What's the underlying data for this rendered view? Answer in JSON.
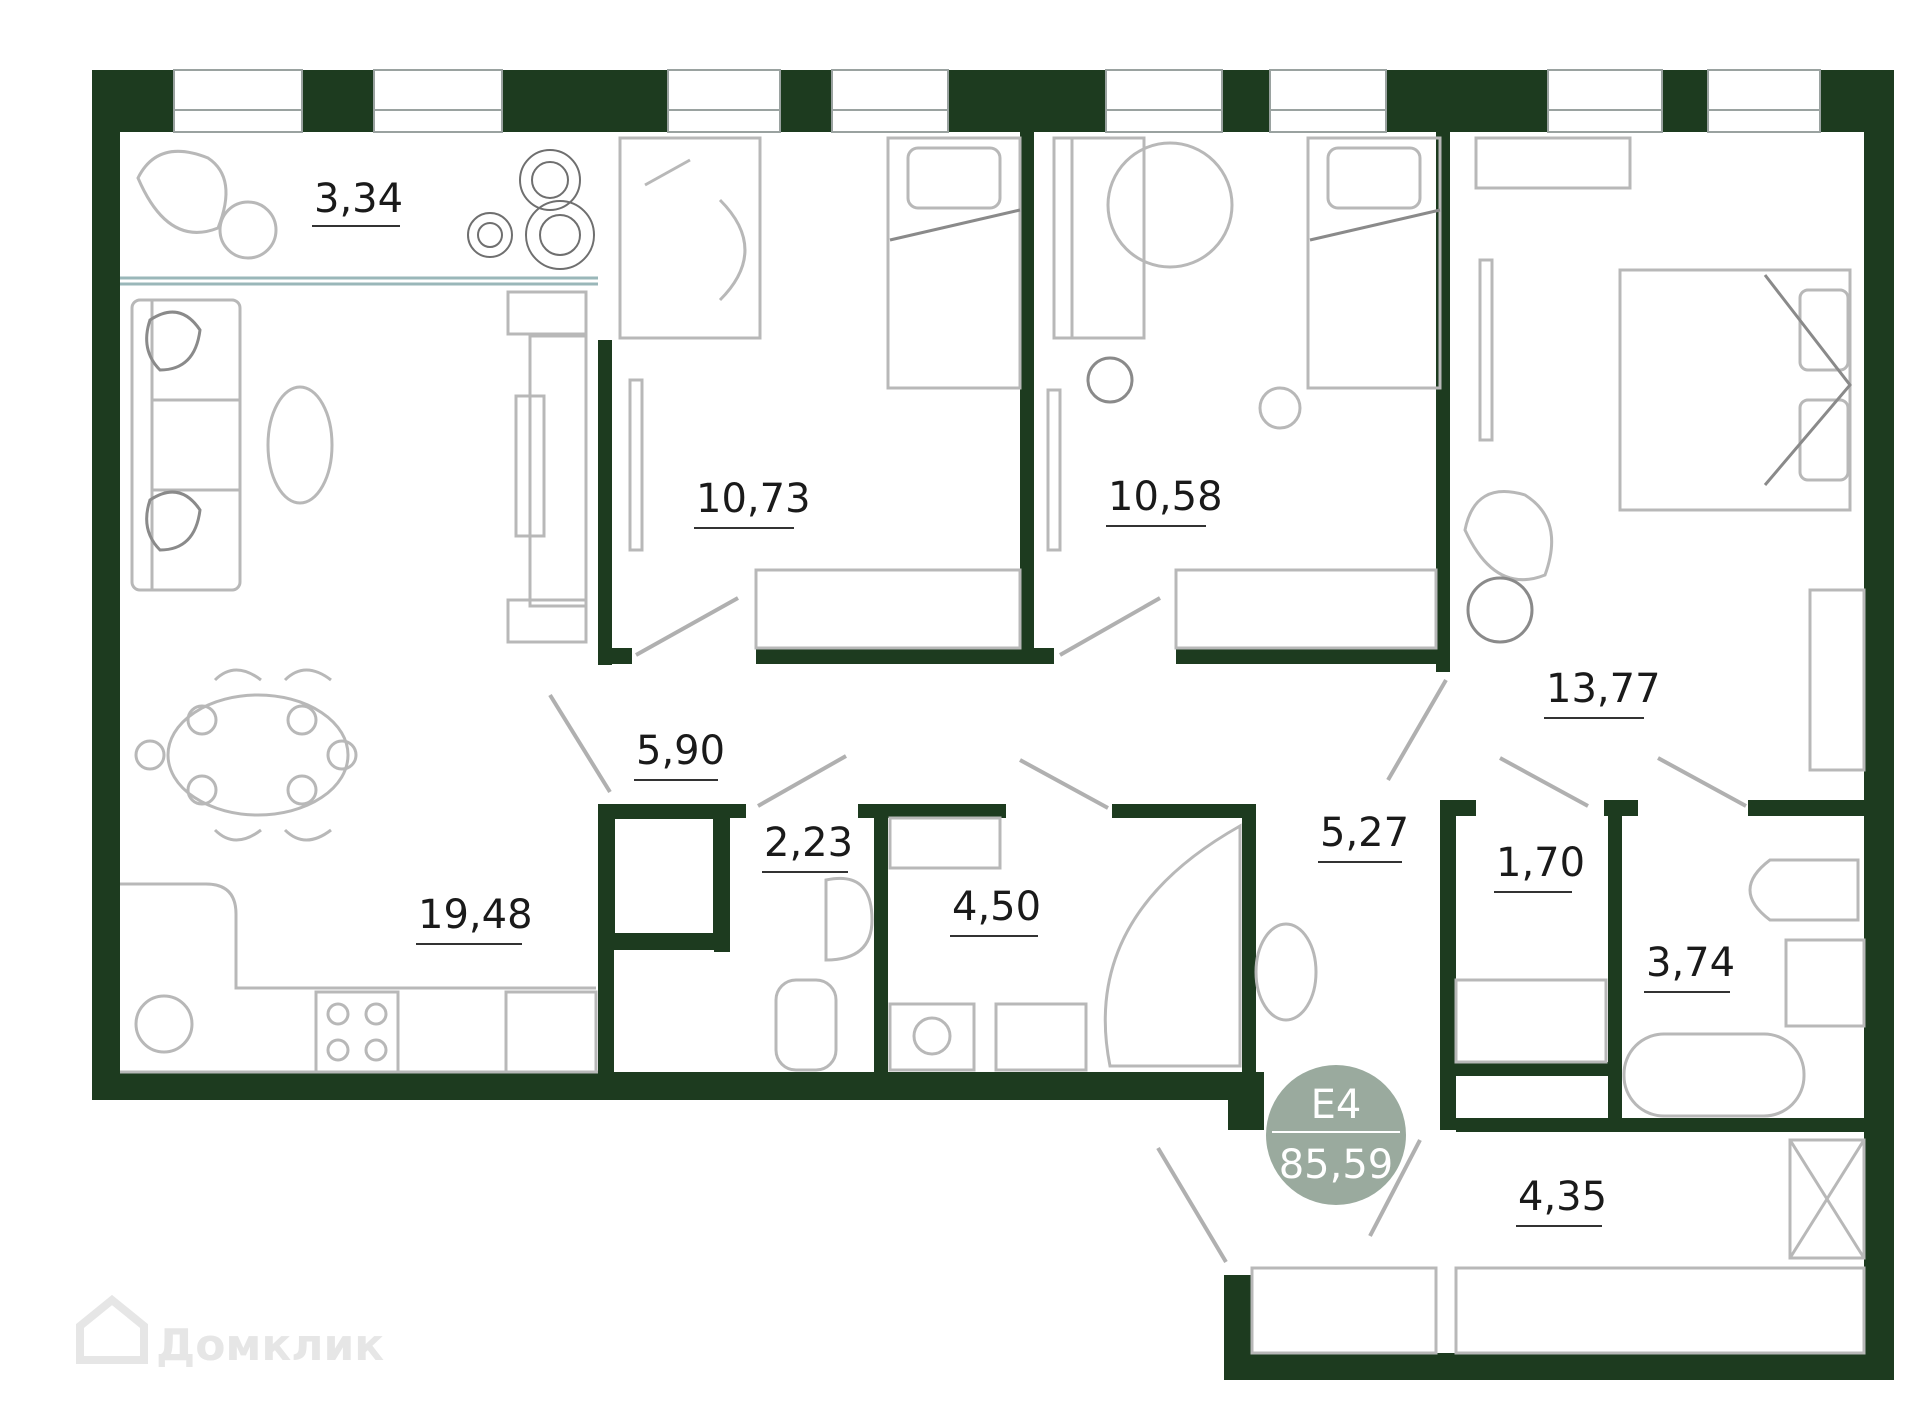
{
  "plan": {
    "colors": {
      "wall": "#1d3b1f",
      "badge": "#9aaa9e",
      "furniture": "#b8b8b8"
    },
    "rooms": [
      {
        "id": "balcony",
        "area": "3,34"
      },
      {
        "id": "bedroom-1",
        "area": "10,73"
      },
      {
        "id": "bedroom-2",
        "area": "10,58"
      },
      {
        "id": "hall-1",
        "area": "5,90"
      },
      {
        "id": "master-bedroom",
        "area": "13,77"
      },
      {
        "id": "kitchen-living",
        "area": "19,48"
      },
      {
        "id": "bathroom-small",
        "area": "2,23"
      },
      {
        "id": "bathroom",
        "area": "4,50"
      },
      {
        "id": "hall-2",
        "area": "5,27"
      },
      {
        "id": "closet",
        "area": "1,70"
      },
      {
        "id": "bathroom-master",
        "area": "3,74"
      },
      {
        "id": "entrance",
        "area": "4,35"
      }
    ],
    "badge": {
      "code": "Е4",
      "total_area": "85,59"
    },
    "watermark": "Домклик"
  }
}
